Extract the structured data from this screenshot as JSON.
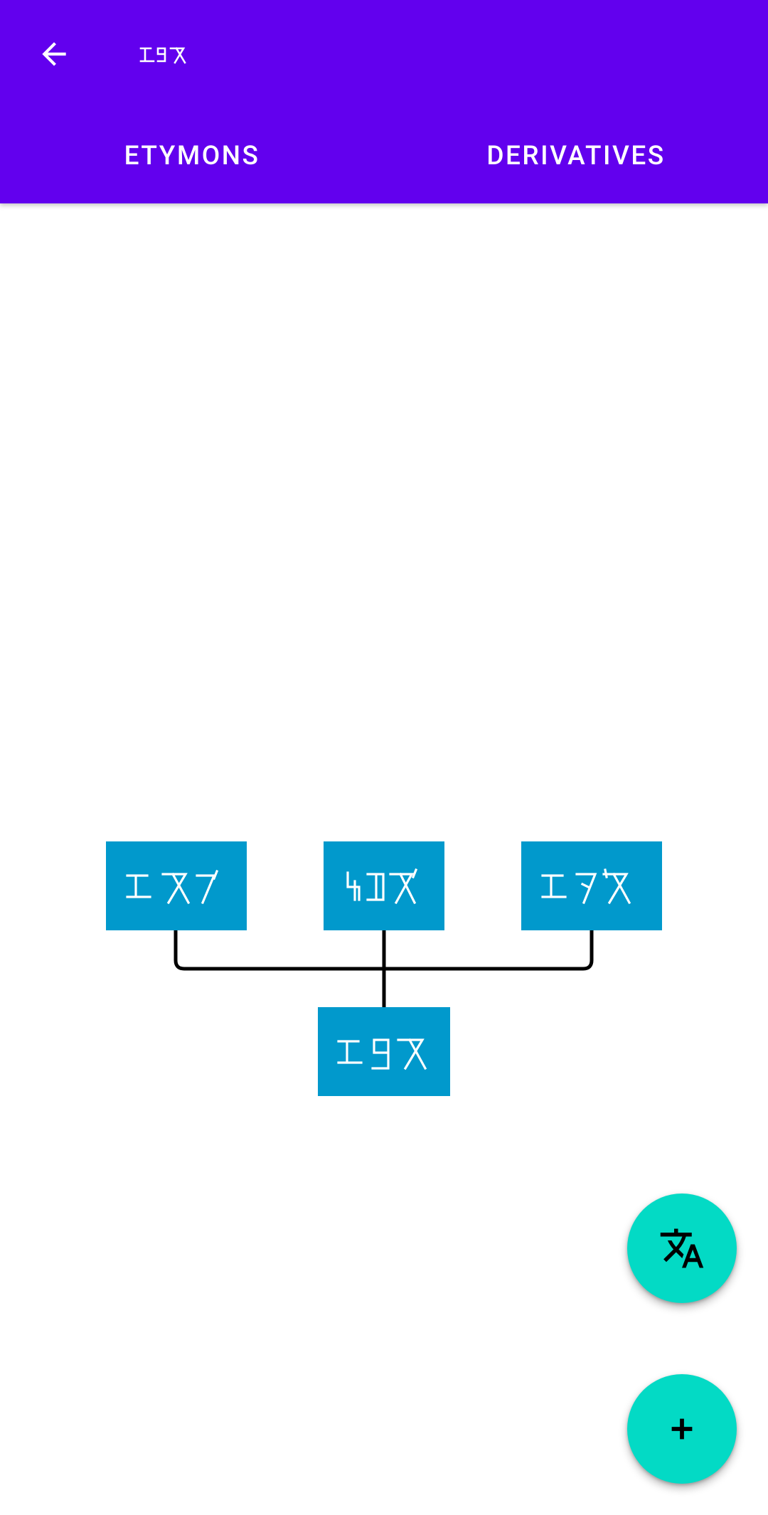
{
  "app": {
    "colors": {
      "primary": "#6200EE",
      "node": "#0199CC",
      "fab": "#03DAC5",
      "line": "#000000",
      "on_primary": "#FFFFFF"
    }
  },
  "toolbar": {
    "back_icon": "arrow-back-icon",
    "title": "Current word (constructed-script glyphs)"
  },
  "tabs": [
    {
      "label": "ETYMONS",
      "selected": true
    },
    {
      "label": "DERIVATIVES",
      "selected": false
    }
  ],
  "tree": {
    "etymons": [
      {
        "label": "etymon word 1"
      },
      {
        "label": "etymon word 2"
      },
      {
        "label": "etymon word 3"
      }
    ],
    "current": {
      "label": "current word"
    }
  },
  "fabs": {
    "translate_icon": "translate-icon",
    "add_icon": "plus-icon"
  }
}
